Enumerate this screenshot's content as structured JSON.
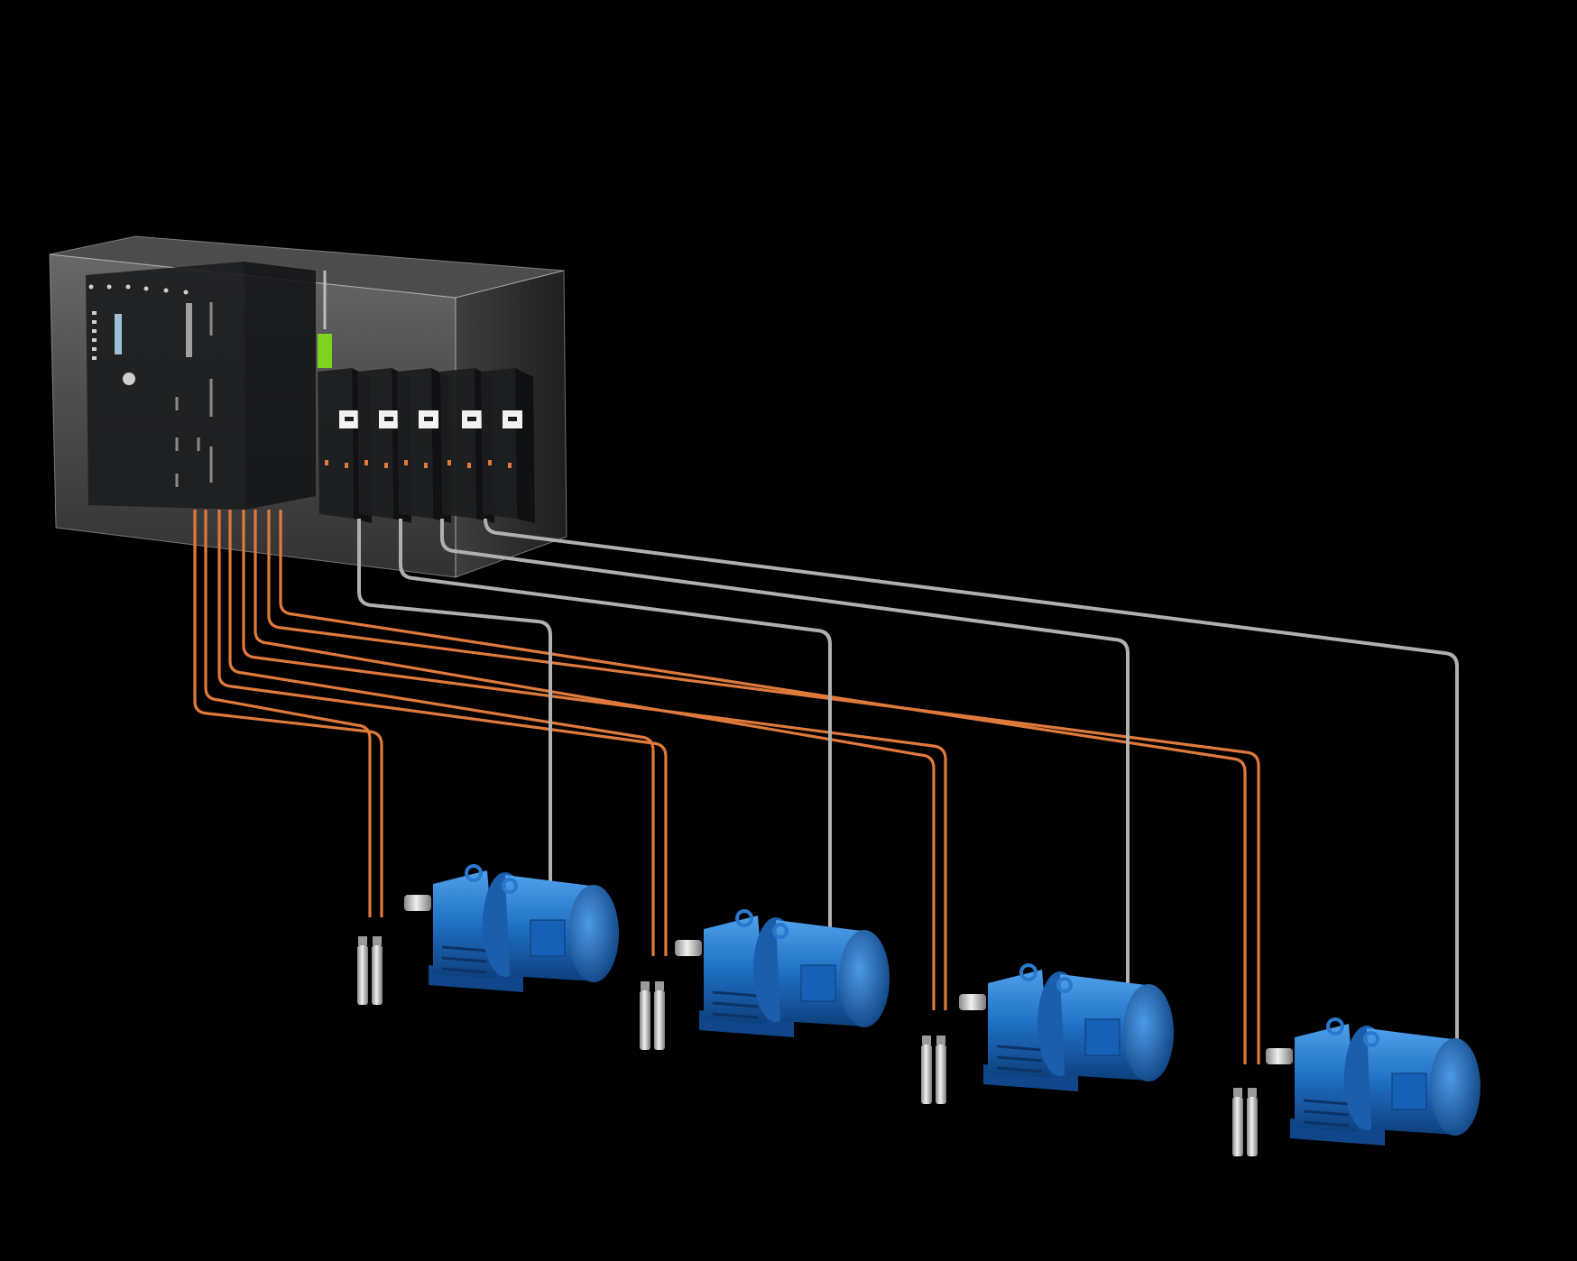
{
  "scene": {
    "background": "#000000",
    "cabinet_glass": "#9a9a9a",
    "module_dark": "#1c1d1f",
    "status_green": "#7ed321",
    "cable_orange": "#e07a3c",
    "cable_grey": "#b0b0b0",
    "motor_blue": "#1f6fc4",
    "sensor_metal": "#c8c8c8"
  },
  "cabinet": {
    "label": "control-cabinet",
    "drive_count": 5,
    "io_module_count": 1
  },
  "motors": [
    {
      "id": "gear-motor-1"
    },
    {
      "id": "gear-motor-2"
    },
    {
      "id": "gear-motor-3"
    },
    {
      "id": "gear-motor-4"
    }
  ],
  "sensor_pairs": [
    {
      "id": "proximity-sensor-pair-1"
    },
    {
      "id": "proximity-sensor-pair-2"
    },
    {
      "id": "proximity-sensor-pair-3"
    },
    {
      "id": "proximity-sensor-pair-4"
    }
  ]
}
